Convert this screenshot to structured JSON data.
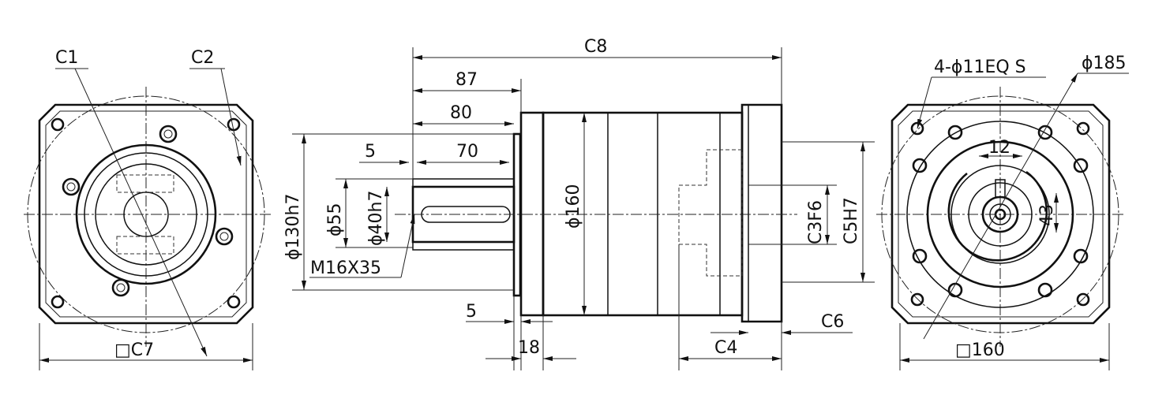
{
  "left_view": {
    "c1": "C1",
    "c2": "C2",
    "c7": "□C7"
  },
  "side_view": {
    "c8": "C8",
    "d87": "87",
    "d80": "80",
    "d70": "70",
    "d5_top": "5",
    "d130": "ϕ130h7",
    "d55": "ϕ55",
    "d40": "ϕ40h7",
    "thread": "M16X35",
    "d160": "ϕ160",
    "c3": "C3F6",
    "c5": "C5H7",
    "d5_bottom": "5",
    "d18": "18",
    "c4": "C4",
    "c6": "C6"
  },
  "right_view": {
    "holes": "4-ϕ11EQ S",
    "pcd": "ϕ185",
    "d12": "12",
    "d43": "43",
    "square": "□160"
  }
}
